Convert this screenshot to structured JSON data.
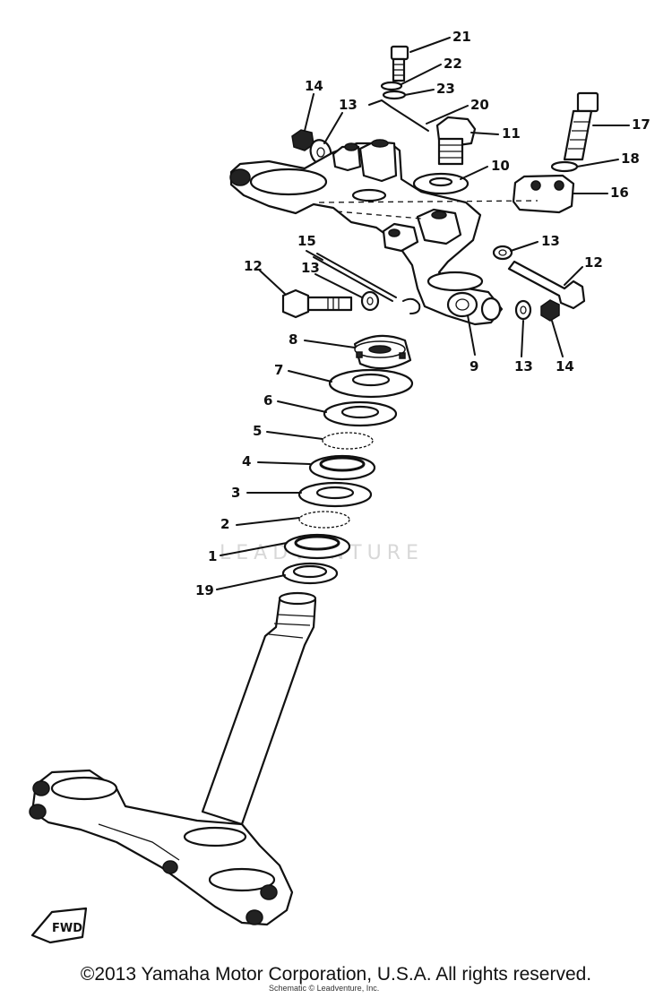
{
  "diagram": {
    "watermark": "LEADVENTURE",
    "fwd_label": "FWD",
    "callouts": [
      "21",
      "22",
      "23",
      "20",
      "11",
      "14",
      "13",
      "17",
      "18",
      "10",
      "16",
      "15",
      "13",
      "12",
      "13",
      "12",
      "8",
      "9",
      "13",
      "14",
      "7",
      "6",
      "5",
      "4",
      "3",
      "2",
      "1",
      "19"
    ]
  },
  "footer": {
    "copyright": "©2013 Yamaha Motor Corporation, U.S.A. All rights reserved.",
    "sub_note": "Schematic © Leadventure, Inc."
  }
}
